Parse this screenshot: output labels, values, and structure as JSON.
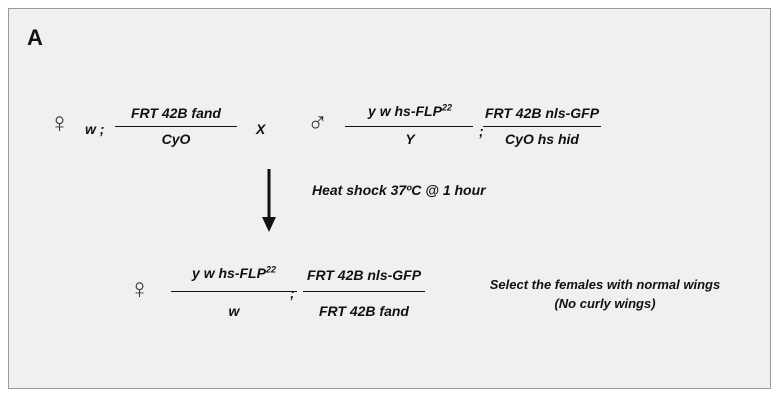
{
  "panel_label": "A",
  "cross": {
    "female_symbol": "♀",
    "female_x_chrom": "w ;",
    "female_num": "FRT 42B fand",
    "female_den": "CyO",
    "cross_symbol": "X",
    "male_symbol": "♂",
    "male_x_num": "y w hs-FLP",
    "male_x_num_sup": "22",
    "male_x_den": "Y",
    "separator": ";",
    "male_2_num": "FRT 42B nls-GFP",
    "male_2_den": "CyO hs hid"
  },
  "step": {
    "label": "Heat shock 37ºC @ 1 hour"
  },
  "progeny": {
    "female_symbol": "♀",
    "x_num": "y w hs-FLP",
    "x_num_sup": "22",
    "x_den": "w",
    "separator": ";",
    "c2_num": "FRT 42B nls-GFP",
    "c2_den": "FRT 42B fand",
    "note_line1": "Select the females with normal wings",
    "note_line2": "(No  curly wings)"
  }
}
